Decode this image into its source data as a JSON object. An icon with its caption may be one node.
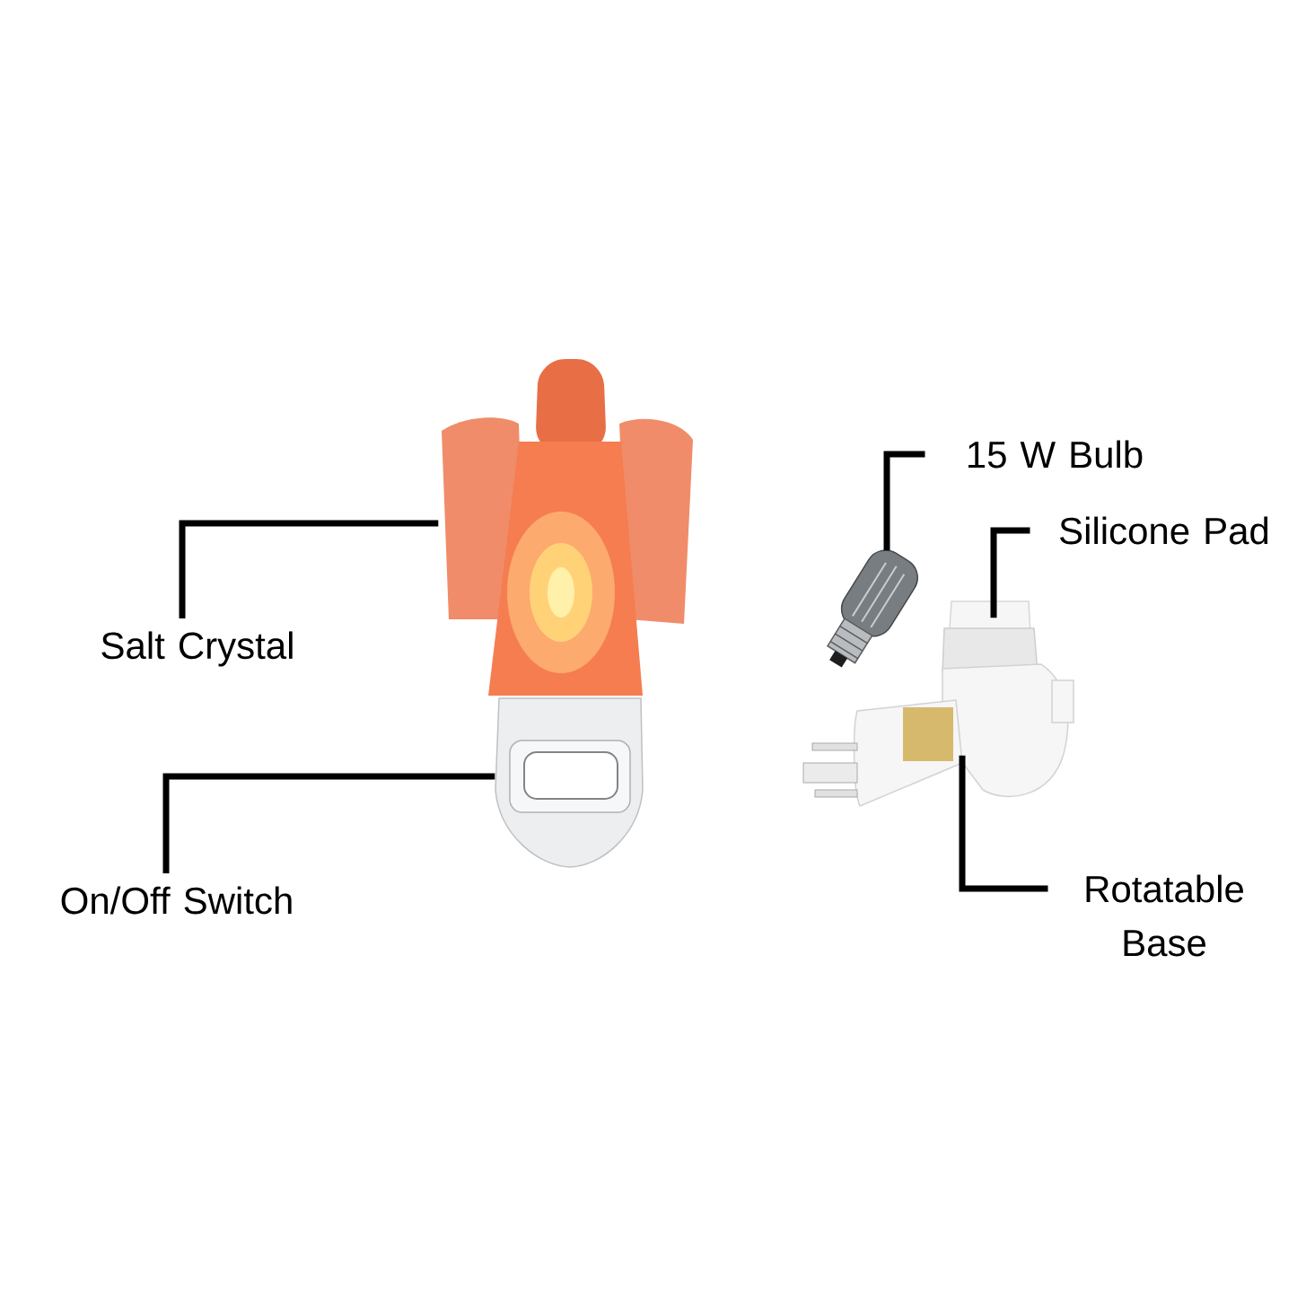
{
  "diagram": {
    "nodes": [
      {
        "text": [
          "Salt Crystal"
        ]
      },
      {
        "text": [],
        "shape": "picture"
      },
      {
        "text": [
          "On/Off Switch"
        ]
      },
      {
        "text": [],
        "shape": "picture"
      },
      {
        "text": [
          "15 W Bulb"
        ]
      },
      {
        "text": [],
        "shape": "picture"
      },
      {
        "text": [
          "Silicone Pad"
        ]
      },
      {
        "text": [],
        "shape": "picture"
      },
      {
        "text": [
          "Rotatable Base"
        ]
      },
      {
        "text": [],
        "shape": "picture"
      }
    ],
    "edges": [
      {
        "from": 0,
        "to": 1,
        "arrow": "none"
      },
      {
        "from": 2,
        "to": 3,
        "arrow": "none"
      },
      {
        "from": 4,
        "to": 5,
        "arrow": "none"
      },
      {
        "from": 6,
        "to": 7,
        "arrow": "none"
      },
      {
        "from": 8,
        "to": 9,
        "arrow": "none"
      }
    ]
  }
}
